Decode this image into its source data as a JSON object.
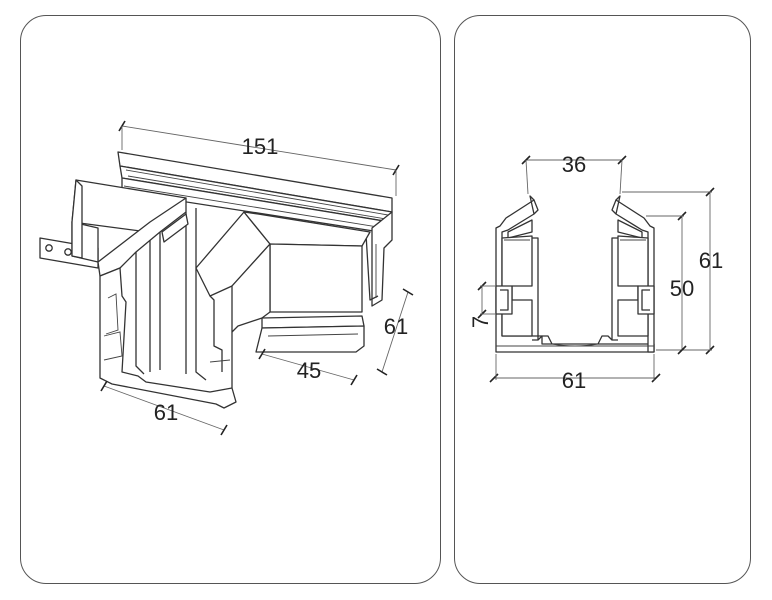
{
  "left_view": {
    "dims": {
      "length_top": "151",
      "height_right": "61",
      "branch_length": "45",
      "width_front": "61"
    }
  },
  "right_view": {
    "dims": {
      "opening": "36",
      "total_height": "61",
      "inner_height": "50",
      "slot": "7",
      "width": "61"
    }
  }
}
